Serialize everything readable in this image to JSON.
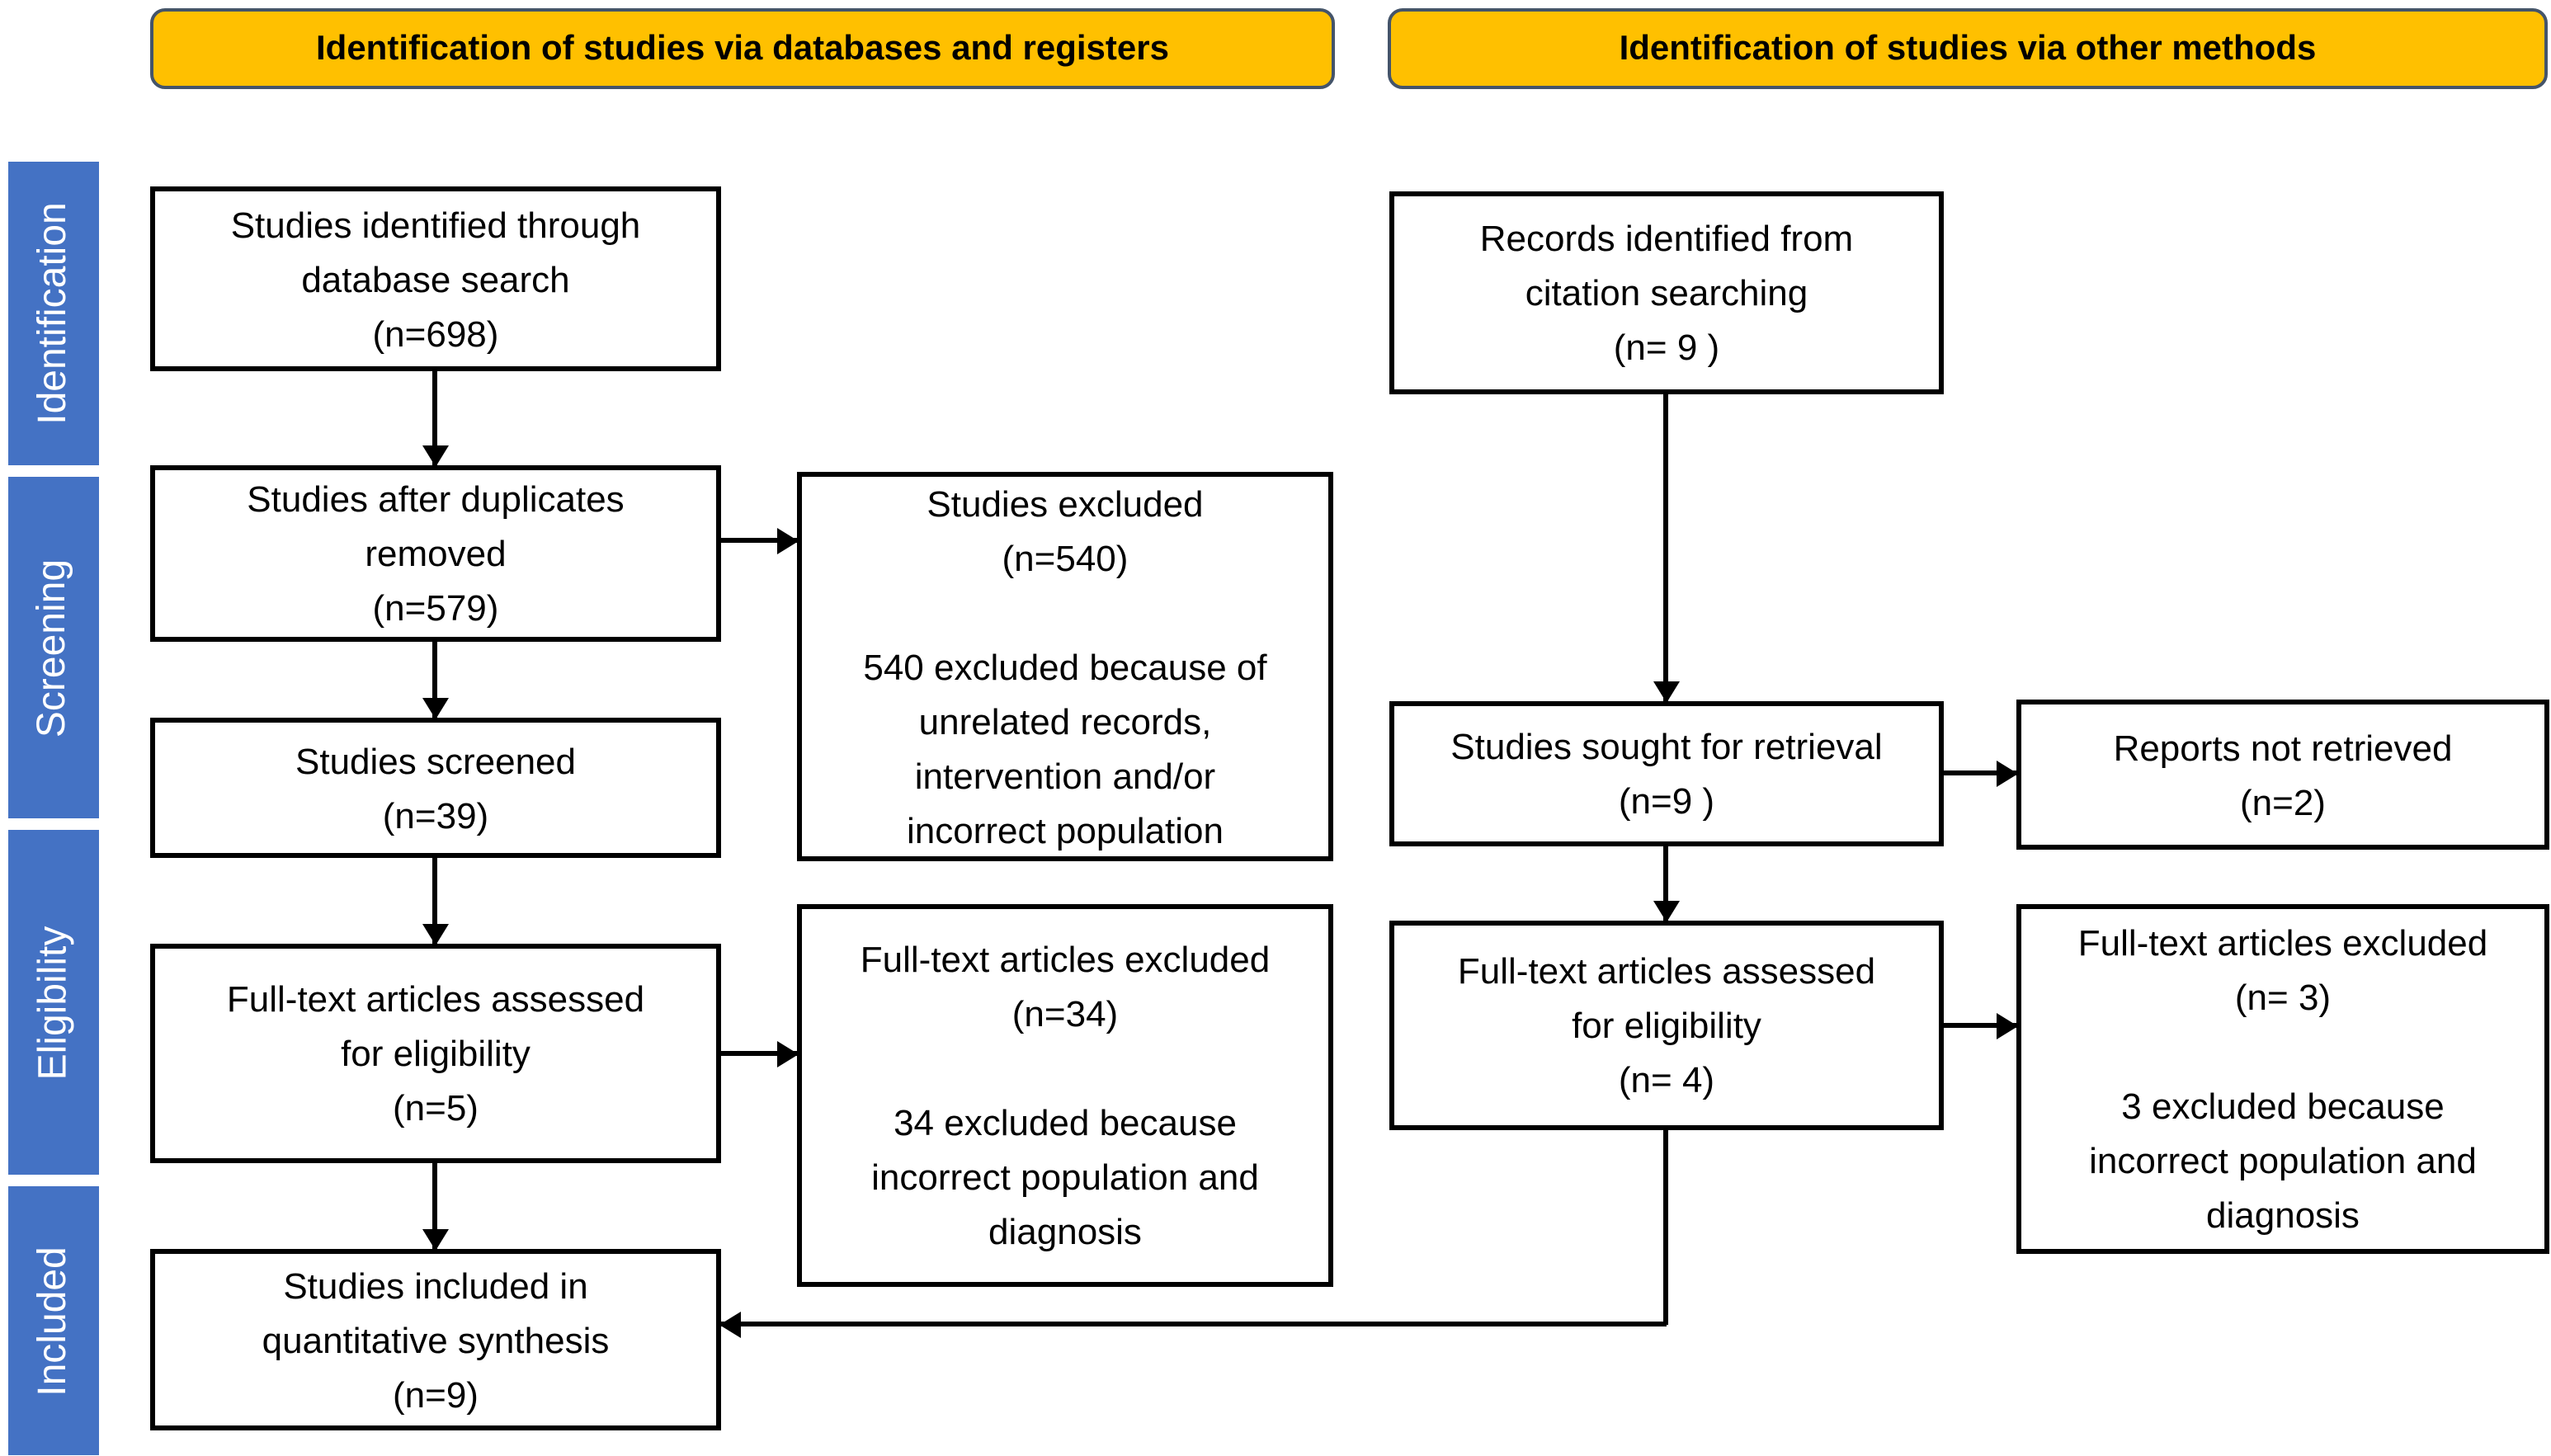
{
  "headers": {
    "databases": "Identification of studies via databases and registers",
    "other": "Identification of studies via other methods"
  },
  "sidebar": {
    "stages": [
      "Identification",
      "Screening",
      "Eligibility",
      "Included"
    ]
  },
  "boxes": {
    "db_identified": "Studies identified through\ndatabase search\n(n=698)",
    "db_duplicates_removed": "Studies after duplicates\nremoved\n(n=579)",
    "db_screened": "Studies screened\n(n=39)",
    "db_fulltext_assessed": "Full-text articles assessed\nfor eligibility\n(n=5)",
    "db_included": "Studies included in\nquantitative synthesis\n(n=9)",
    "db_excluded": "Studies excluded\n(n=540)\n\n540 excluded because of\nunrelated records,\nintervention and/or\nincorrect population",
    "db_fulltext_excluded": "Full-text articles excluded\n(n=34)\n\n34 excluded because\nincorrect population and\ndiagnosis",
    "other_records_identified": "Records identified from\ncitation searching\n(n= 9 )",
    "other_sought_retrieval": "Studies sought for retrieval\n(n=9 )",
    "other_not_retrieved": "Reports not retrieved\n(n=2)",
    "other_fulltext_assessed": "Full-text articles assessed\nfor eligibility\n(n= 4)",
    "other_fulltext_excluded": "Full-text articles excluded\n(n= 3)\n\n3 excluded because\nincorrect population and\ndiagnosis"
  },
  "colors": {
    "header_fill": "#FFC000",
    "header_border": "#44546A",
    "sidebar_fill": "#4472C4",
    "sidebar_text": "#FFFFFF",
    "box_fill": "#FFFFFF",
    "box_border": "#000000",
    "text": "#000000"
  }
}
